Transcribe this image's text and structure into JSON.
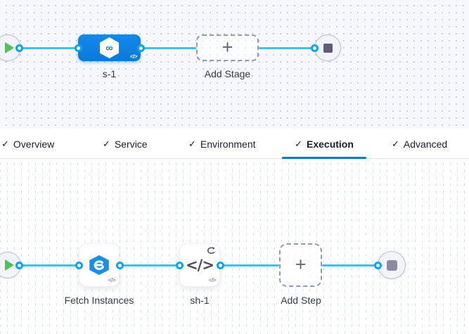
{
  "pipeline_canvas": {
    "stage": {
      "label": "s-1",
      "icon_glyph": "∞",
      "code_badge": "</>"
    },
    "add_stage": {
      "label": "Add Stage",
      "plus": "+"
    }
  },
  "tab_bar": {
    "check_glyph": "✓",
    "tabs": [
      {
        "label": "Overview",
        "checked": true,
        "active": false
      },
      {
        "label": "Service",
        "checked": true,
        "active": false
      },
      {
        "label": "Environment",
        "checked": true,
        "active": false
      },
      {
        "label": "Execution",
        "checked": true,
        "active": true
      },
      {
        "label": "Advanced",
        "checked": true,
        "active": false
      }
    ]
  },
  "execution_canvas": {
    "steps": [
      {
        "label": "Fetch Instances",
        "code_badge": "</>",
        "has_loop": false
      },
      {
        "label": "sh-1",
        "icon_glyph": "</>",
        "code_badge": "</>",
        "has_loop": true
      }
    ],
    "add_step": {
      "label": "Add Step",
      "plus": "+"
    }
  },
  "icons": {
    "start_node": "play-icon",
    "end_node": "stop-icon",
    "stage_type": "deployment-hexagon-infinity-icon",
    "fetch_step": "elastigroup-swap-icon",
    "script_step": "code-icon",
    "loop_badge": "looping-strategy-icon",
    "code_badge": "code-template-icon",
    "add_button": "plus-icon",
    "tab_state": "check-icon"
  },
  "colors": {
    "connector": "#41bff2",
    "port_ring": "#0aa3ee",
    "stage_blue": "#0d82e2",
    "tab_underline": "#0278d5",
    "play_green": "#4ec253",
    "canvas_top_bg": "#f5f9fd",
    "label_text": "#383946"
  }
}
